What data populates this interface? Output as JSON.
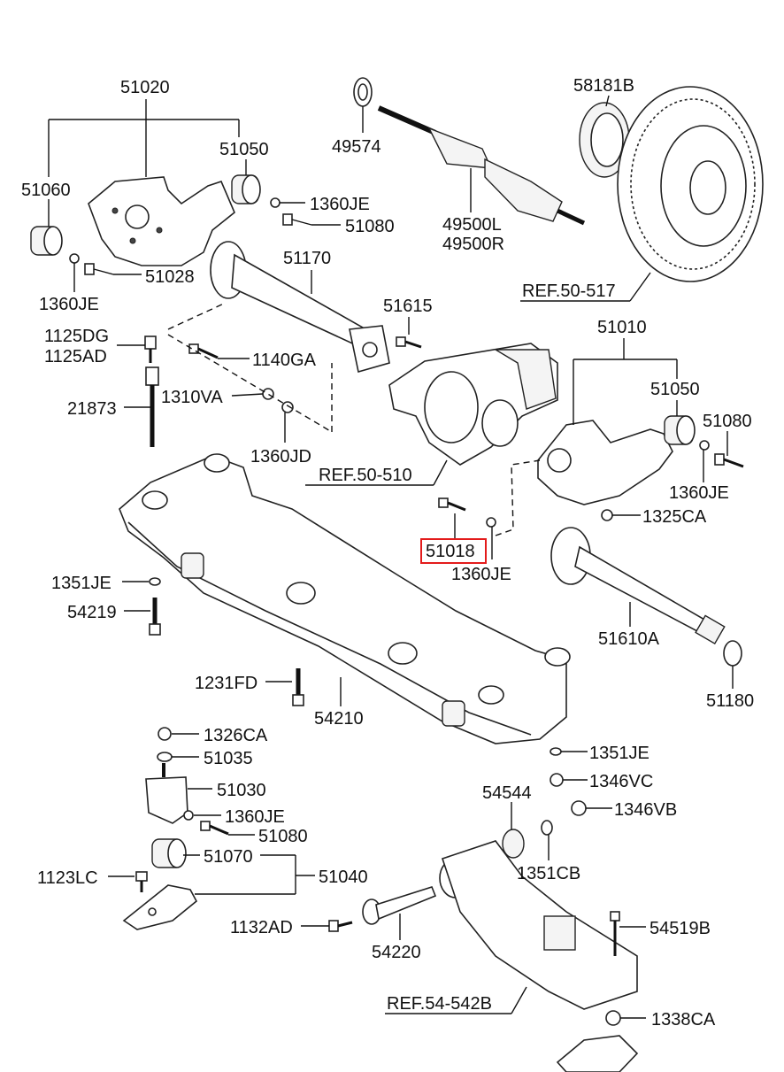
{
  "labels": {
    "l51020": "51020",
    "l51050a": "51050",
    "l51060": "51060",
    "l1360je_a": "1360JE",
    "l51080a": "51080",
    "l51028": "51028",
    "l1360je_b": "1360JE",
    "l49574": "49574",
    "l49500l": "49500L",
    "l49500r": "49500R",
    "l58181b": "58181B",
    "lref50517": "REF.50-517",
    "l51170": "51170",
    "l51615": "51615",
    "l1125dg": "1125DG",
    "l1125ad": "1125AD",
    "l1140ga": "1140GA",
    "l21873": "21873",
    "l1310va": "1310VA",
    "l1360jd": "1360JD",
    "lref50510": "REF.50-510",
    "l51010": "51010",
    "l51050b": "51050",
    "l51080b": "51080",
    "l1360je_c": "1360JE",
    "l1325ca": "1325CA",
    "l51018": "51018",
    "l1360je_d": "1360JE",
    "l1351je_a": "1351JE",
    "l54219": "54219",
    "l51610a": "51610A",
    "l51180": "51180",
    "l1231fd": "1231FD",
    "l54210": "54210",
    "l1326ca": "1326CA",
    "l51035": "51035",
    "l1351je_b": "1351JE",
    "l1346vc": "1346VC",
    "l51030": "51030",
    "l54544": "54544",
    "l1346vb": "1346VB",
    "l1360je_e": "1360JE",
    "l51080c": "51080",
    "l51070": "51070",
    "l1351cb": "1351CB",
    "l1123lc": "1123LC",
    "l51040": "51040",
    "l1132ad": "1132AD",
    "l54519b": "54519B",
    "l54220": "54220",
    "lref54542b": "REF.54-542B",
    "l1338ca": "1338CA"
  },
  "highlight": {
    "part": "51018",
    "color": "#e31b1b"
  }
}
